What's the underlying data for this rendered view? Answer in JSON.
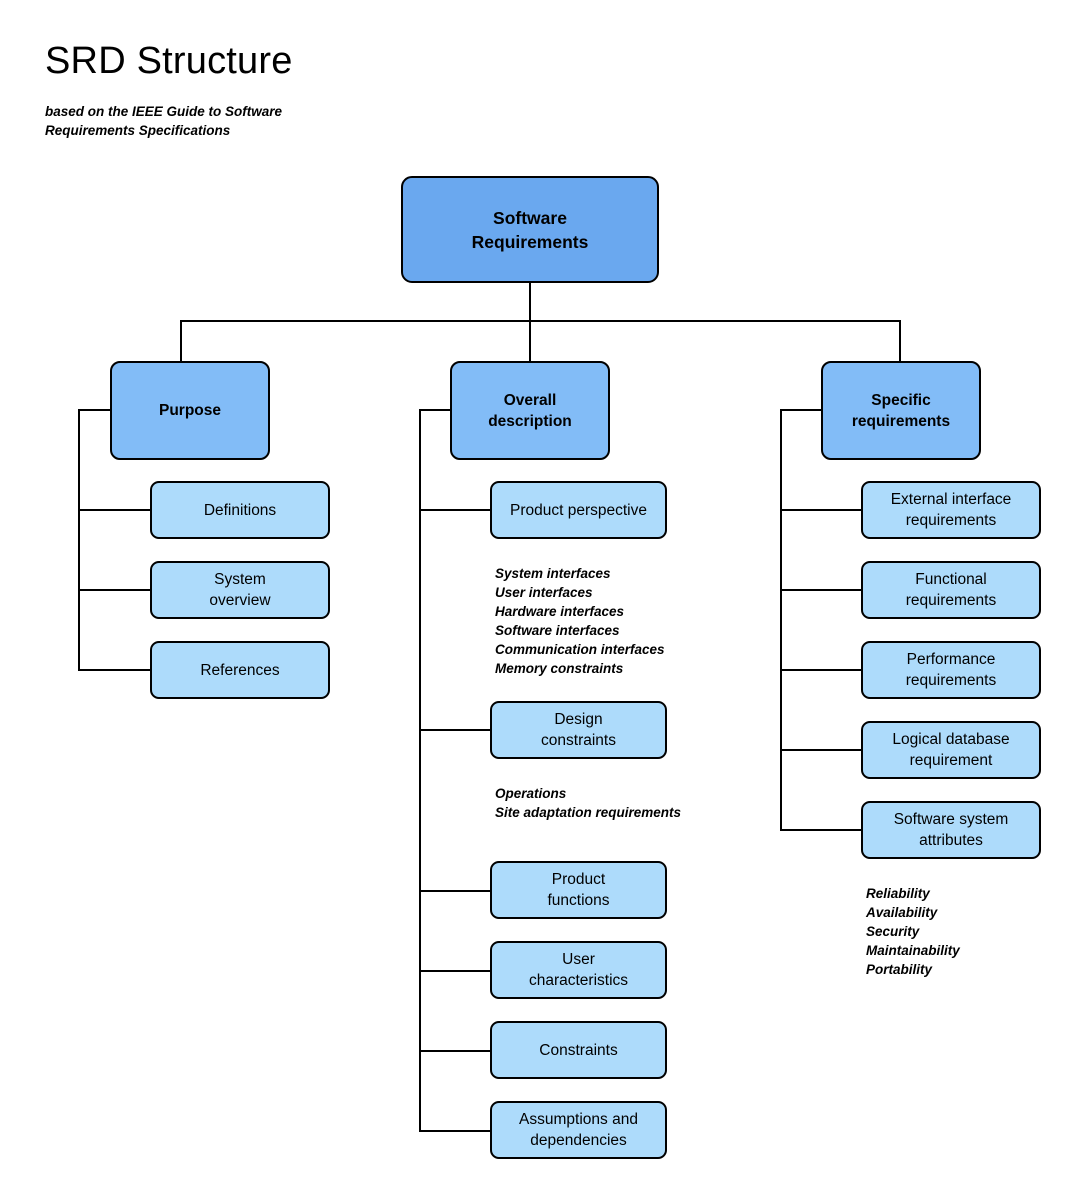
{
  "header": {
    "title": "SRD Structure",
    "subtitle": "based on the IEEE Guide to\nSoftware Requirements\nSpecifications"
  },
  "colors": {
    "root_node": "#6aa8ef",
    "main_node": "#82bcf7",
    "leaf_node": "#addbfb",
    "border": "#000000",
    "background": "#ffffff",
    "text": "#000000"
  },
  "diagram": {
    "type": "tree",
    "root": {
      "label": "Software\nRequirements"
    },
    "branches": [
      {
        "label": "Purpose",
        "children": [
          {
            "label": "Definitions"
          },
          {
            "label": "System\noverview"
          },
          {
            "label": "References"
          }
        ],
        "notes": []
      },
      {
        "label": "Overall\ndescription",
        "children": [
          {
            "label": "Product perspective"
          },
          {
            "label": "Design\nconstraints"
          },
          {
            "label": "Product\nfunctions"
          },
          {
            "label": "User\ncharacteristics"
          },
          {
            "label": "Constraints"
          },
          {
            "label": "Assumptions and\ndependencies"
          }
        ],
        "notes": [
          {
            "after": "Product perspective",
            "items": [
              "System interfaces",
              "User interfaces",
              "Hardware interfaces",
              "Software interfaces",
              "Communication interfaces",
              "Memory constraints"
            ]
          },
          {
            "after": "Design constraints",
            "items": [
              "Operations",
              "Site adaptation requirements"
            ]
          }
        ]
      },
      {
        "label": "Specific\nrequirements",
        "children": [
          {
            "label": "External interface\nrequirements"
          },
          {
            "label": "Functional\nrequirements"
          },
          {
            "label": "Performance\nrequirements"
          },
          {
            "label": "Logical database\nrequirement"
          },
          {
            "label": "Software system\nattributes"
          }
        ],
        "notes": [
          {
            "after": "Software system attributes",
            "items": [
              "Reliability",
              "Availability",
              "Security",
              "Maintainability",
              "Portability"
            ]
          }
        ]
      }
    ]
  },
  "notes_text": {
    "product_perspective": "System interfaces\nUser interfaces\nHardware interfaces\nSoftware interfaces\nCommunication interfaces\nMemory constraints",
    "design_constraints": "Operations\nSite adaptation requirements",
    "software_system_attributes": "Reliability\nAvailability\nSecurity\nMaintainability\nPortability"
  }
}
